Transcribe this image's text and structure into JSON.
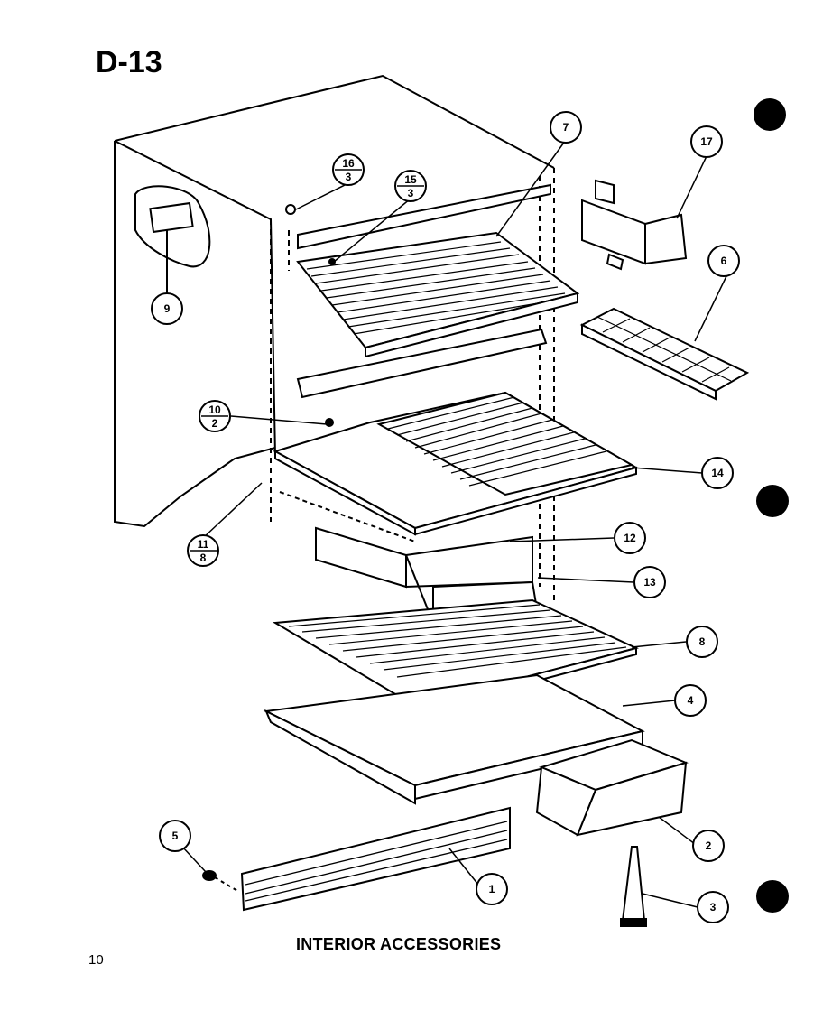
{
  "page": {
    "title": "D-13",
    "caption": "INTERIOR ACCESSORIES",
    "page_number": "10"
  },
  "callouts": [
    {
      "id": "c1",
      "label": "1"
    },
    {
      "id": "c2",
      "label": "2"
    },
    {
      "id": "c3",
      "label": "3"
    },
    {
      "id": "c4",
      "label": "4"
    },
    {
      "id": "c5",
      "label": "5"
    },
    {
      "id": "c6",
      "label": "6"
    },
    {
      "id": "c7",
      "label": "7"
    },
    {
      "id": "c8",
      "label": "8"
    },
    {
      "id": "c9",
      "label": "9"
    },
    {
      "id": "c12",
      "label": "12"
    },
    {
      "id": "c13",
      "label": "13"
    },
    {
      "id": "c14",
      "label": "14"
    },
    {
      "id": "c17",
      "label": "17"
    }
  ],
  "fraction_callouts": [
    {
      "id": "f16",
      "top": "16",
      "bottom": "3"
    },
    {
      "id": "f15",
      "top": "15",
      "bottom": "3"
    },
    {
      "id": "f10",
      "top": "10",
      "bottom": "2"
    },
    {
      "id": "f11",
      "top": "11",
      "bottom": "8"
    }
  ]
}
